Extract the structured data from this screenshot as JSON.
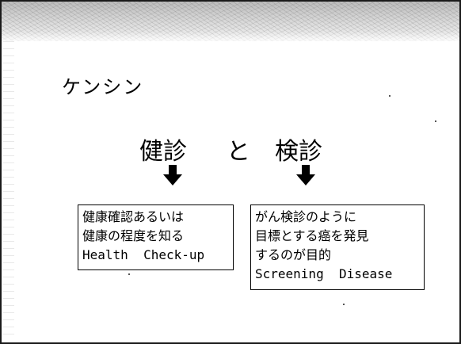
{
  "slide": {
    "title": "ケンシン"
  },
  "heading": {
    "left": "健診",
    "connector": "と",
    "right": "検診"
  },
  "boxes": {
    "left": {
      "line1": "健康確認あるいは",
      "line2": "健康の程度を知る",
      "line3": "Health  Check-up"
    },
    "right": {
      "line1": "がん検診のように",
      "line2": "目標とする癌を発見",
      "line3": "するのが目的",
      "line4": "Screening  Disease"
    }
  },
  "icons": {
    "arrow_left": "arrow-down-icon",
    "arrow_right": "arrow-down-icon"
  },
  "colors": {
    "text": "#000000",
    "background": "#ffffff",
    "border": "#1a1a1a"
  }
}
